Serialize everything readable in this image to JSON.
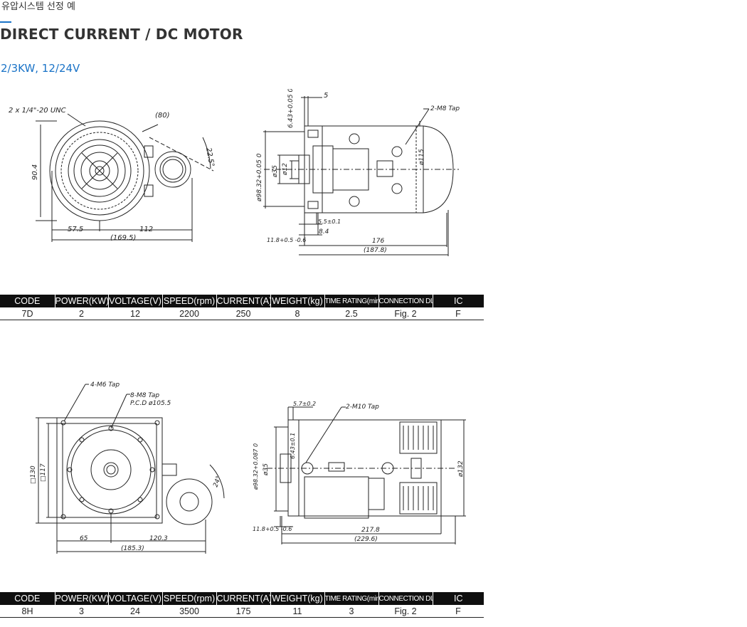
{
  "breadcrumb": "유압시스템 선정 예",
  "page_title": "DIRECT CURRENT / DC MOTOR",
  "subtitle": "2/3KW, 12/24V",
  "colors": {
    "accent": "#1a73c7",
    "header_bg": "#0f0f0f"
  },
  "table_headers": [
    "CODE",
    "POWER(KW)",
    "VOLTAGE(V)",
    "SPEED(rpm)",
    "CURRENT(A)",
    "WEIGHT(kg)",
    "TIME RATING(min)",
    "CONNECTION DIA.",
    "IC"
  ],
  "spec_rows": [
    {
      "code": "7D",
      "power": "2",
      "voltage": "12",
      "speed": "2200",
      "current": "250",
      "weight": "8",
      "time_rating": "2.5",
      "connection": "Fig. 2",
      "ic": "F"
    },
    {
      "code": "8H",
      "power": "3",
      "voltage": "24",
      "speed": "3500",
      "current": "175",
      "weight": "11",
      "time_rating": "3",
      "connection": "Fig. 2",
      "ic": "F"
    }
  ],
  "drawing1": {
    "unc_label": "2 x 1/4\"-20 UNC",
    "angle_80": "(80)",
    "angle_22": "22.5°",
    "dim_height": "90.4",
    "dim_left": "57.5",
    "dim_right": "112",
    "dim_total": "(169.5)"
  },
  "drawing2": {
    "dim_5": "5",
    "dim_tol_top": "6.43+0.05 0",
    "tap_label": "2-M8 Tap",
    "dim_98": "ø98.32+0.05 0",
    "dim_35": "ø35",
    "dim_12": "ø12",
    "dim_115": "ø115",
    "dim_55": "5.5±0.1",
    "dim_84": "8.4",
    "dim_118": "11.8+0.5 -0.6",
    "dim_176": "176",
    "dim_1878": "(187.8)"
  },
  "drawing3": {
    "tap_m6": "4-M6 Tap",
    "tap_m8": "8-M8 Tap",
    "pcd": "P.C.D ø105.5",
    "dim_130": "□130",
    "dim_117": "□117",
    "angle_24": "24°",
    "dim_65": "65",
    "dim_1203": "120.3",
    "dim_1853": "(185.3)"
  },
  "drawing4": {
    "dim_57": "5.7±0.2",
    "tap_m10": "2-M10 Tap",
    "dim_643": "6.43±0.1",
    "dim_98": "ø98.32+0.087 0",
    "dim_35": "ø35",
    "dim_132": "ø132",
    "dim_118": "11.8+0.5 -0.6",
    "dim_2178": "217.8",
    "dim_2296": "(229.6)"
  }
}
